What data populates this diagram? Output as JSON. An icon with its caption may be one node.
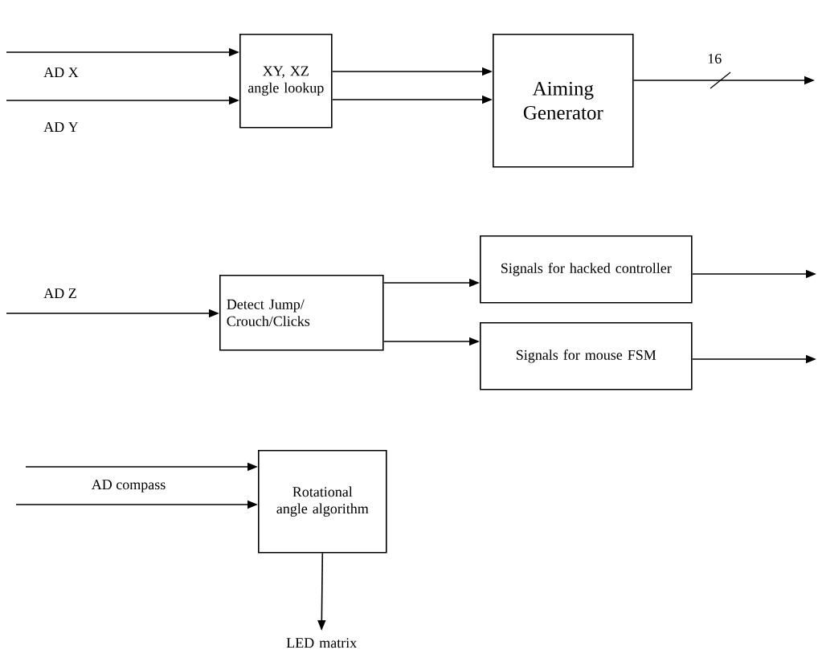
{
  "diagram": {
    "nodes": [
      {
        "text": [
          "XY, XZ angle lookup"
        ]
      },
      {
        "text": [
          "Aiming Generator"
        ]
      },
      {
        "text": [
          "Detect Jump/ Crouch/Clicks"
        ]
      },
      {
        "text": [
          "Signals for hacked controller"
        ]
      },
      {
        "text": [
          "Signals for mouse FSM"
        ]
      },
      {
        "text": [
          "Rotational angle algorithm"
        ]
      },
      {
        "text": [
          "LED matrix"
        ]
      }
    ],
    "edges": [
      {
        "from": null,
        "to": 0,
        "arrow": "to",
        "label": "AD X"
      },
      {
        "from": null,
        "to": 0,
        "arrow": "to",
        "label": "AD Y"
      },
      {
        "from": 0,
        "to": 1,
        "arrow": "to"
      },
      {
        "from": 0,
        "to": 1,
        "arrow": "to"
      },
      {
        "from": 1,
        "to": null,
        "arrow": "to",
        "label": "16"
      },
      {
        "from": null,
        "to": 2,
        "arrow": "to",
        "label": "AD Z"
      },
      {
        "from": 2,
        "to": 3,
        "arrow": "to"
      },
      {
        "from": 2,
        "to": 4,
        "arrow": "to"
      },
      {
        "from": 3,
        "to": null,
        "arrow": "to"
      },
      {
        "from": 4,
        "to": null,
        "arrow": "to"
      },
      {
        "from": null,
        "to": 5,
        "arrow": "to"
      },
      {
        "from": null,
        "to": 5,
        "arrow": "to"
      },
      {
        "from": 5,
        "to": 6,
        "arrow": "to"
      }
    ],
    "labels": [
      "AD compass"
    ]
  }
}
